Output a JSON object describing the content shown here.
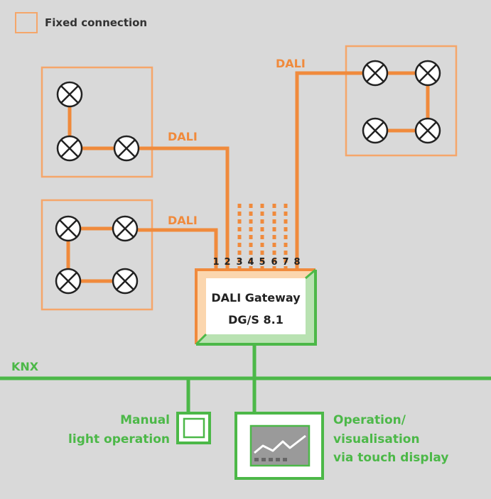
{
  "legend": {
    "label": "Fixed connection",
    "color": "#f5a66a"
  },
  "colors": {
    "dali": "#f08a3c",
    "knx": "#4cb848",
    "group_border": "#f5a66a",
    "background": "#d9d9d9"
  },
  "dali_labels": [
    "DALI",
    "DALI",
    "DALI"
  ],
  "ports": [
    "1",
    "2",
    "3",
    "4",
    "5",
    "6",
    "7",
    "8"
  ],
  "gateway": {
    "name": "DALI Gateway",
    "model": "DG/S 8.1"
  },
  "bus": {
    "label": "KNX"
  },
  "manual": {
    "line1": "Manual",
    "line2": "light operation"
  },
  "display": {
    "line1": "Operation/",
    "line2": "visualisation",
    "line3": "via touch display"
  },
  "lamp_icon": "lamp-cross-circle-icon",
  "push_button_icon": "push-button-icon",
  "touch_display_icon": "touch-display-icon"
}
